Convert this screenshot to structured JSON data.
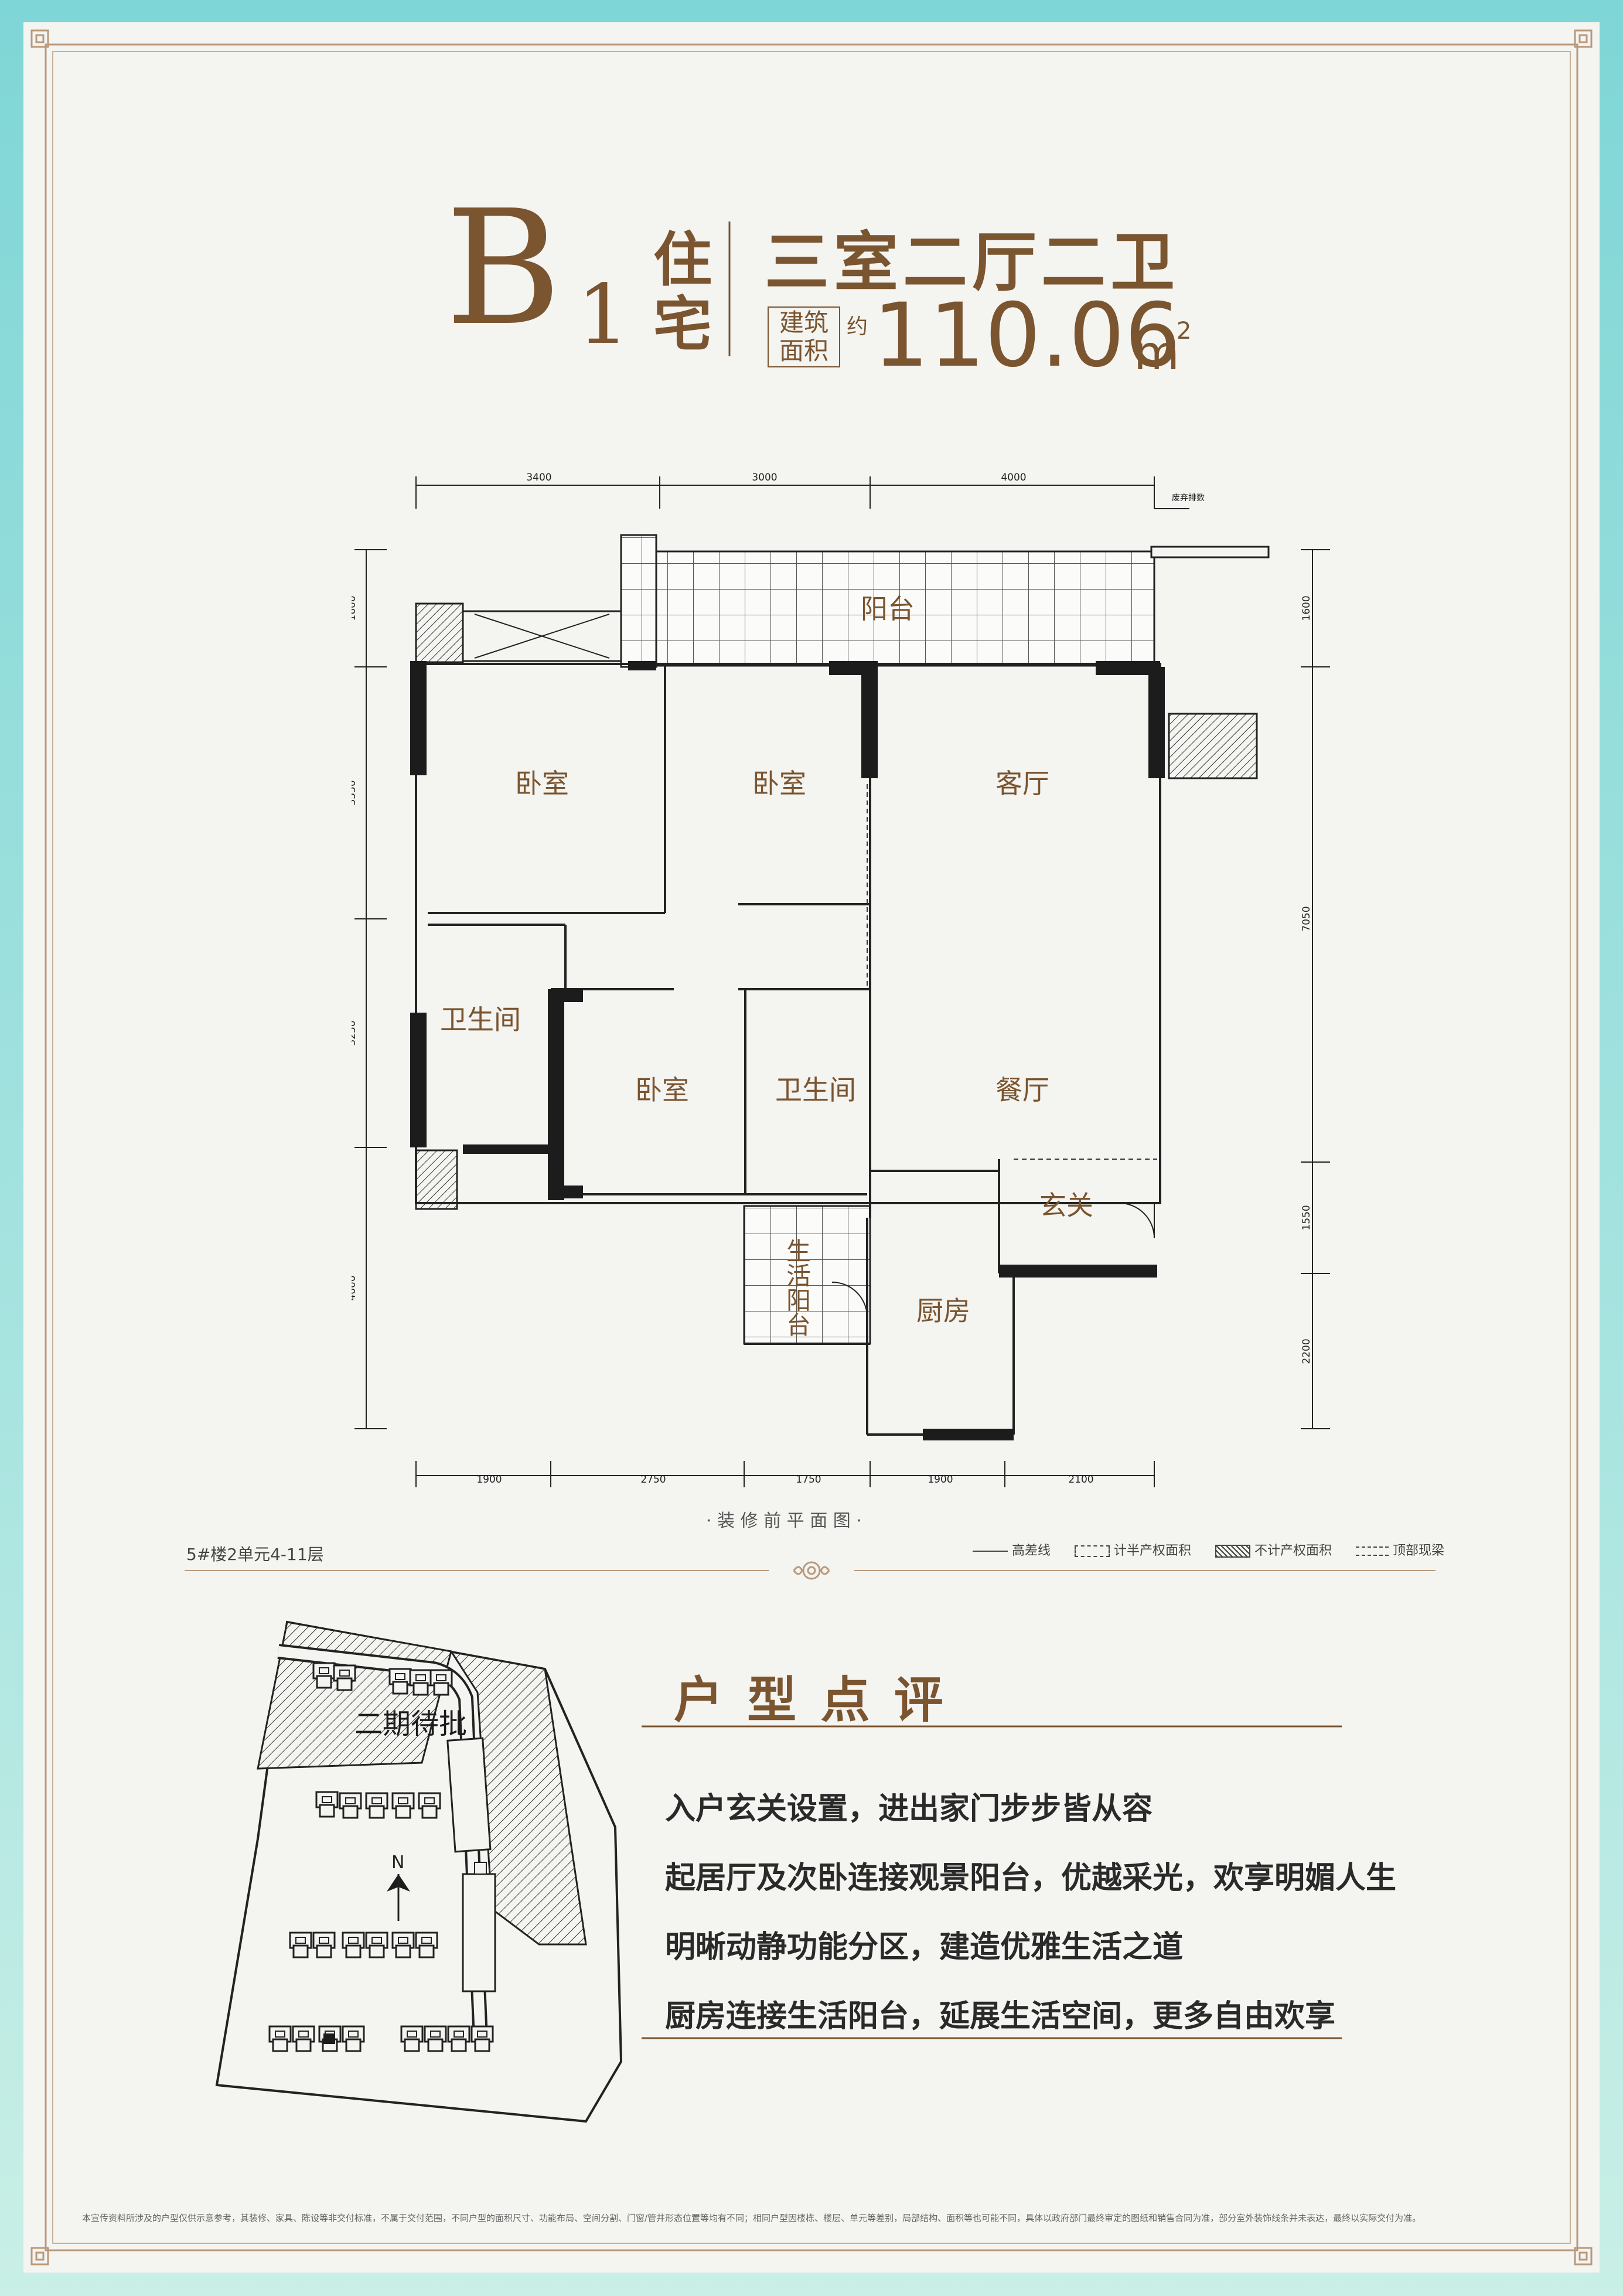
{
  "header": {
    "type_letter": "B",
    "type_number": "1",
    "usage_1": "住",
    "usage_2": "宅",
    "layout": "三室二厅二卫",
    "area_label_1": "建筑",
    "area_label_2": "面积",
    "approx": "约",
    "area_value": "110.06",
    "area_unit": "m",
    "area_sup": "2"
  },
  "plan": {
    "top_dims": [
      "3400",
      "3000",
      "4000"
    ],
    "top_right_note": "废弃排数",
    "left_dims": [
      "1600",
      "3550",
      "3250",
      "4000"
    ],
    "right_dims": [
      "1600",
      "7050",
      "1550",
      "2200"
    ],
    "bottom_dims": [
      "1900",
      "2750",
      "1750",
      "1900",
      "2100"
    ],
    "rooms": {
      "balcony": "阳台",
      "bedroom_1": "卧室",
      "bedroom_2": "卧室",
      "living": "客厅",
      "bath_1": "卫生间",
      "bedroom_3": "卧室",
      "bath_2": "卫生间",
      "dining": "餐厅",
      "foyer": "玄关",
      "service_balcony": "生活阳台",
      "kitchen": "厨房"
    },
    "caption": "装 修 前 平 面 图",
    "floor_info": "5#楼2单元4-11层",
    "legend": [
      "高差线",
      "计半产权面积",
      "不计产权面积",
      "顶部现梁"
    ]
  },
  "site": {
    "phase_label": "二期待批",
    "north": "N"
  },
  "review": {
    "title": "户 型 点 评",
    "points": [
      "入户玄关设置，进出家门步步皆从容",
      "起居厅及次卧连接观景阳台，优越采光，欢享明媚人生",
      "明晰动静功能分区，建造优雅生活之道",
      "厨房连接生活阳台，延展生活空间，更多自由欢享"
    ]
  },
  "disclaimer": "本宣传资料所涉及的户型仅供示意参考，其装修、家具、陈设等非交付标准，不属于交付范围，不同户型的面积尺寸、功能布局、空间分割、门窗/管井形态位置等均有不同；相同户型因楼栋、楼层、单元等差别，局部结构、面积等也可能不同，具体以政府部门最终审定的图纸和销售合同为准，部分室外装饰线条并未表达，最终以实际交付为准。",
  "colors": {
    "brown": "#7a5530",
    "frame": "#b9997a",
    "wall": "#1c1c1c"
  }
}
